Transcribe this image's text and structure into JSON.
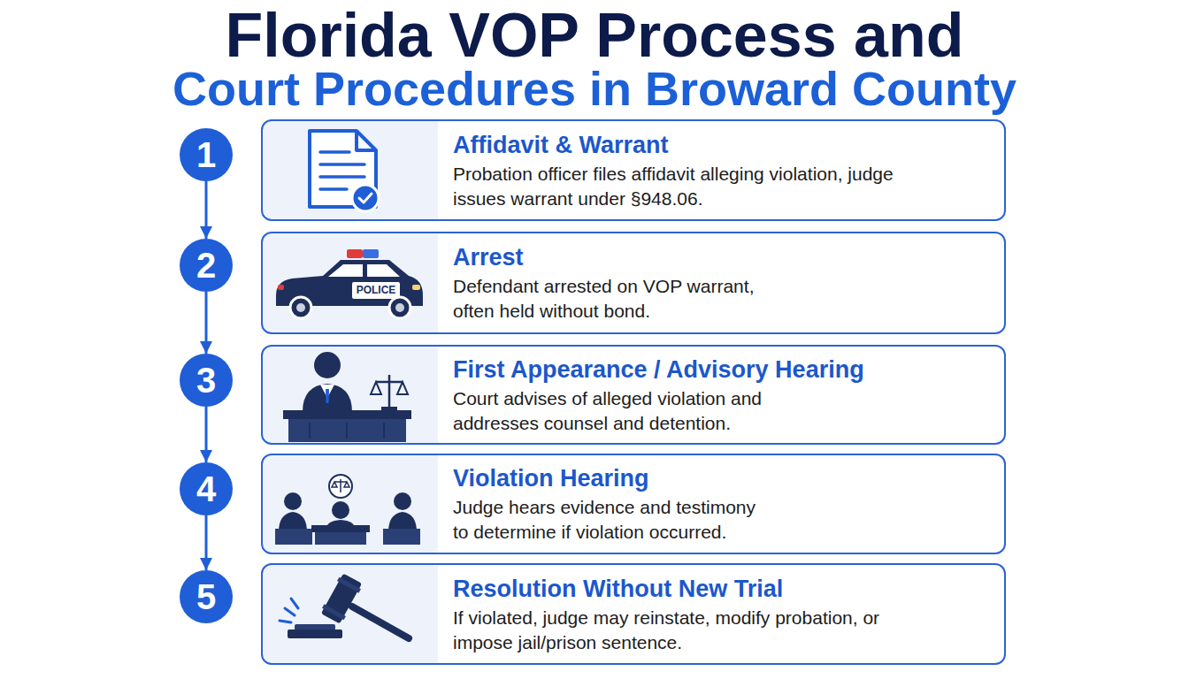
{
  "diagram": {
    "title": "Florida VOP Process and Court Procedures in Broward County",
    "nodes": [
      {
        "text": [
          "1"
        ]
      },
      {
        "text": [
          "Affidavit & Warrant",
          "Probation officer files affidavit alleging violation, judge issues warrant under §948.06."
        ]
      },
      {
        "text": [
          "2"
        ]
      },
      {
        "text": [
          "Arrest",
          "Defendant arrested on VOP warrant, often held without bond."
        ]
      },
      {
        "text": [
          "3"
        ]
      },
      {
        "text": [
          "First Appearance / Advisory Hearing",
          "Court advises of alleged violation and addresses counsel and detention."
        ]
      },
      {
        "text": [
          "4"
        ]
      },
      {
        "text": [
          "Violation Hearing",
          "Judge hears evidence and testimony to determine if violation occurred."
        ]
      },
      {
        "text": [
          "5"
        ]
      },
      {
        "text": [
          "Resolution Without New Trial",
          "If violated, judge may reinstate, modify probation, or impose jail/prison sentence."
        ]
      }
    ],
    "edges": [
      {
        "from": 0,
        "to": 2,
        "arrow": "to"
      },
      {
        "from": 2,
        "to": 4,
        "arrow": "to"
      },
      {
        "from": 4,
        "to": 6,
        "arrow": "to"
      },
      {
        "from": 6,
        "to": 8,
        "arrow": "to"
      }
    ],
    "labels": [
      "POLICE"
    ]
  }
}
